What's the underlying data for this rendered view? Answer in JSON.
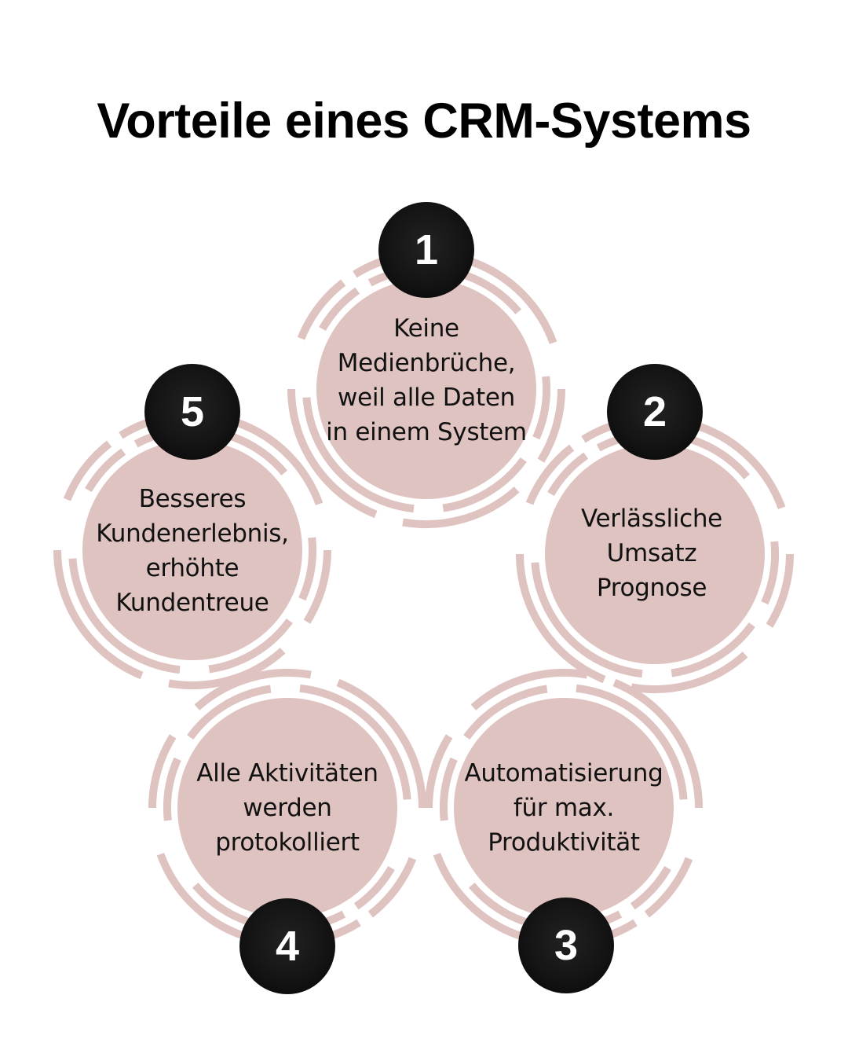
{
  "title": "Vorteile eines CRM-Systems",
  "colors": {
    "ring": "#dfc3c0",
    "badge": "#111111",
    "text": "#111111",
    "background": "#ffffff"
  },
  "items": [
    {
      "number": "1",
      "lines": [
        "Keine",
        "Medienbrüche,",
        "weil alle Daten",
        "in einem System"
      ]
    },
    {
      "number": "2",
      "lines": [
        "Verlässliche",
        "Umsatz",
        "Prognose"
      ]
    },
    {
      "number": "3",
      "lines": [
        "Automatisierung",
        "für max.",
        "Produktivität"
      ]
    },
    {
      "number": "4",
      "lines": [
        "Alle Aktivitäten",
        "werden",
        "protokolliert"
      ]
    },
    {
      "number": "5",
      "lines": [
        "Besseres",
        "Kundenerlebnis,",
        "erhöhte",
        "Kundentreue"
      ]
    }
  ]
}
